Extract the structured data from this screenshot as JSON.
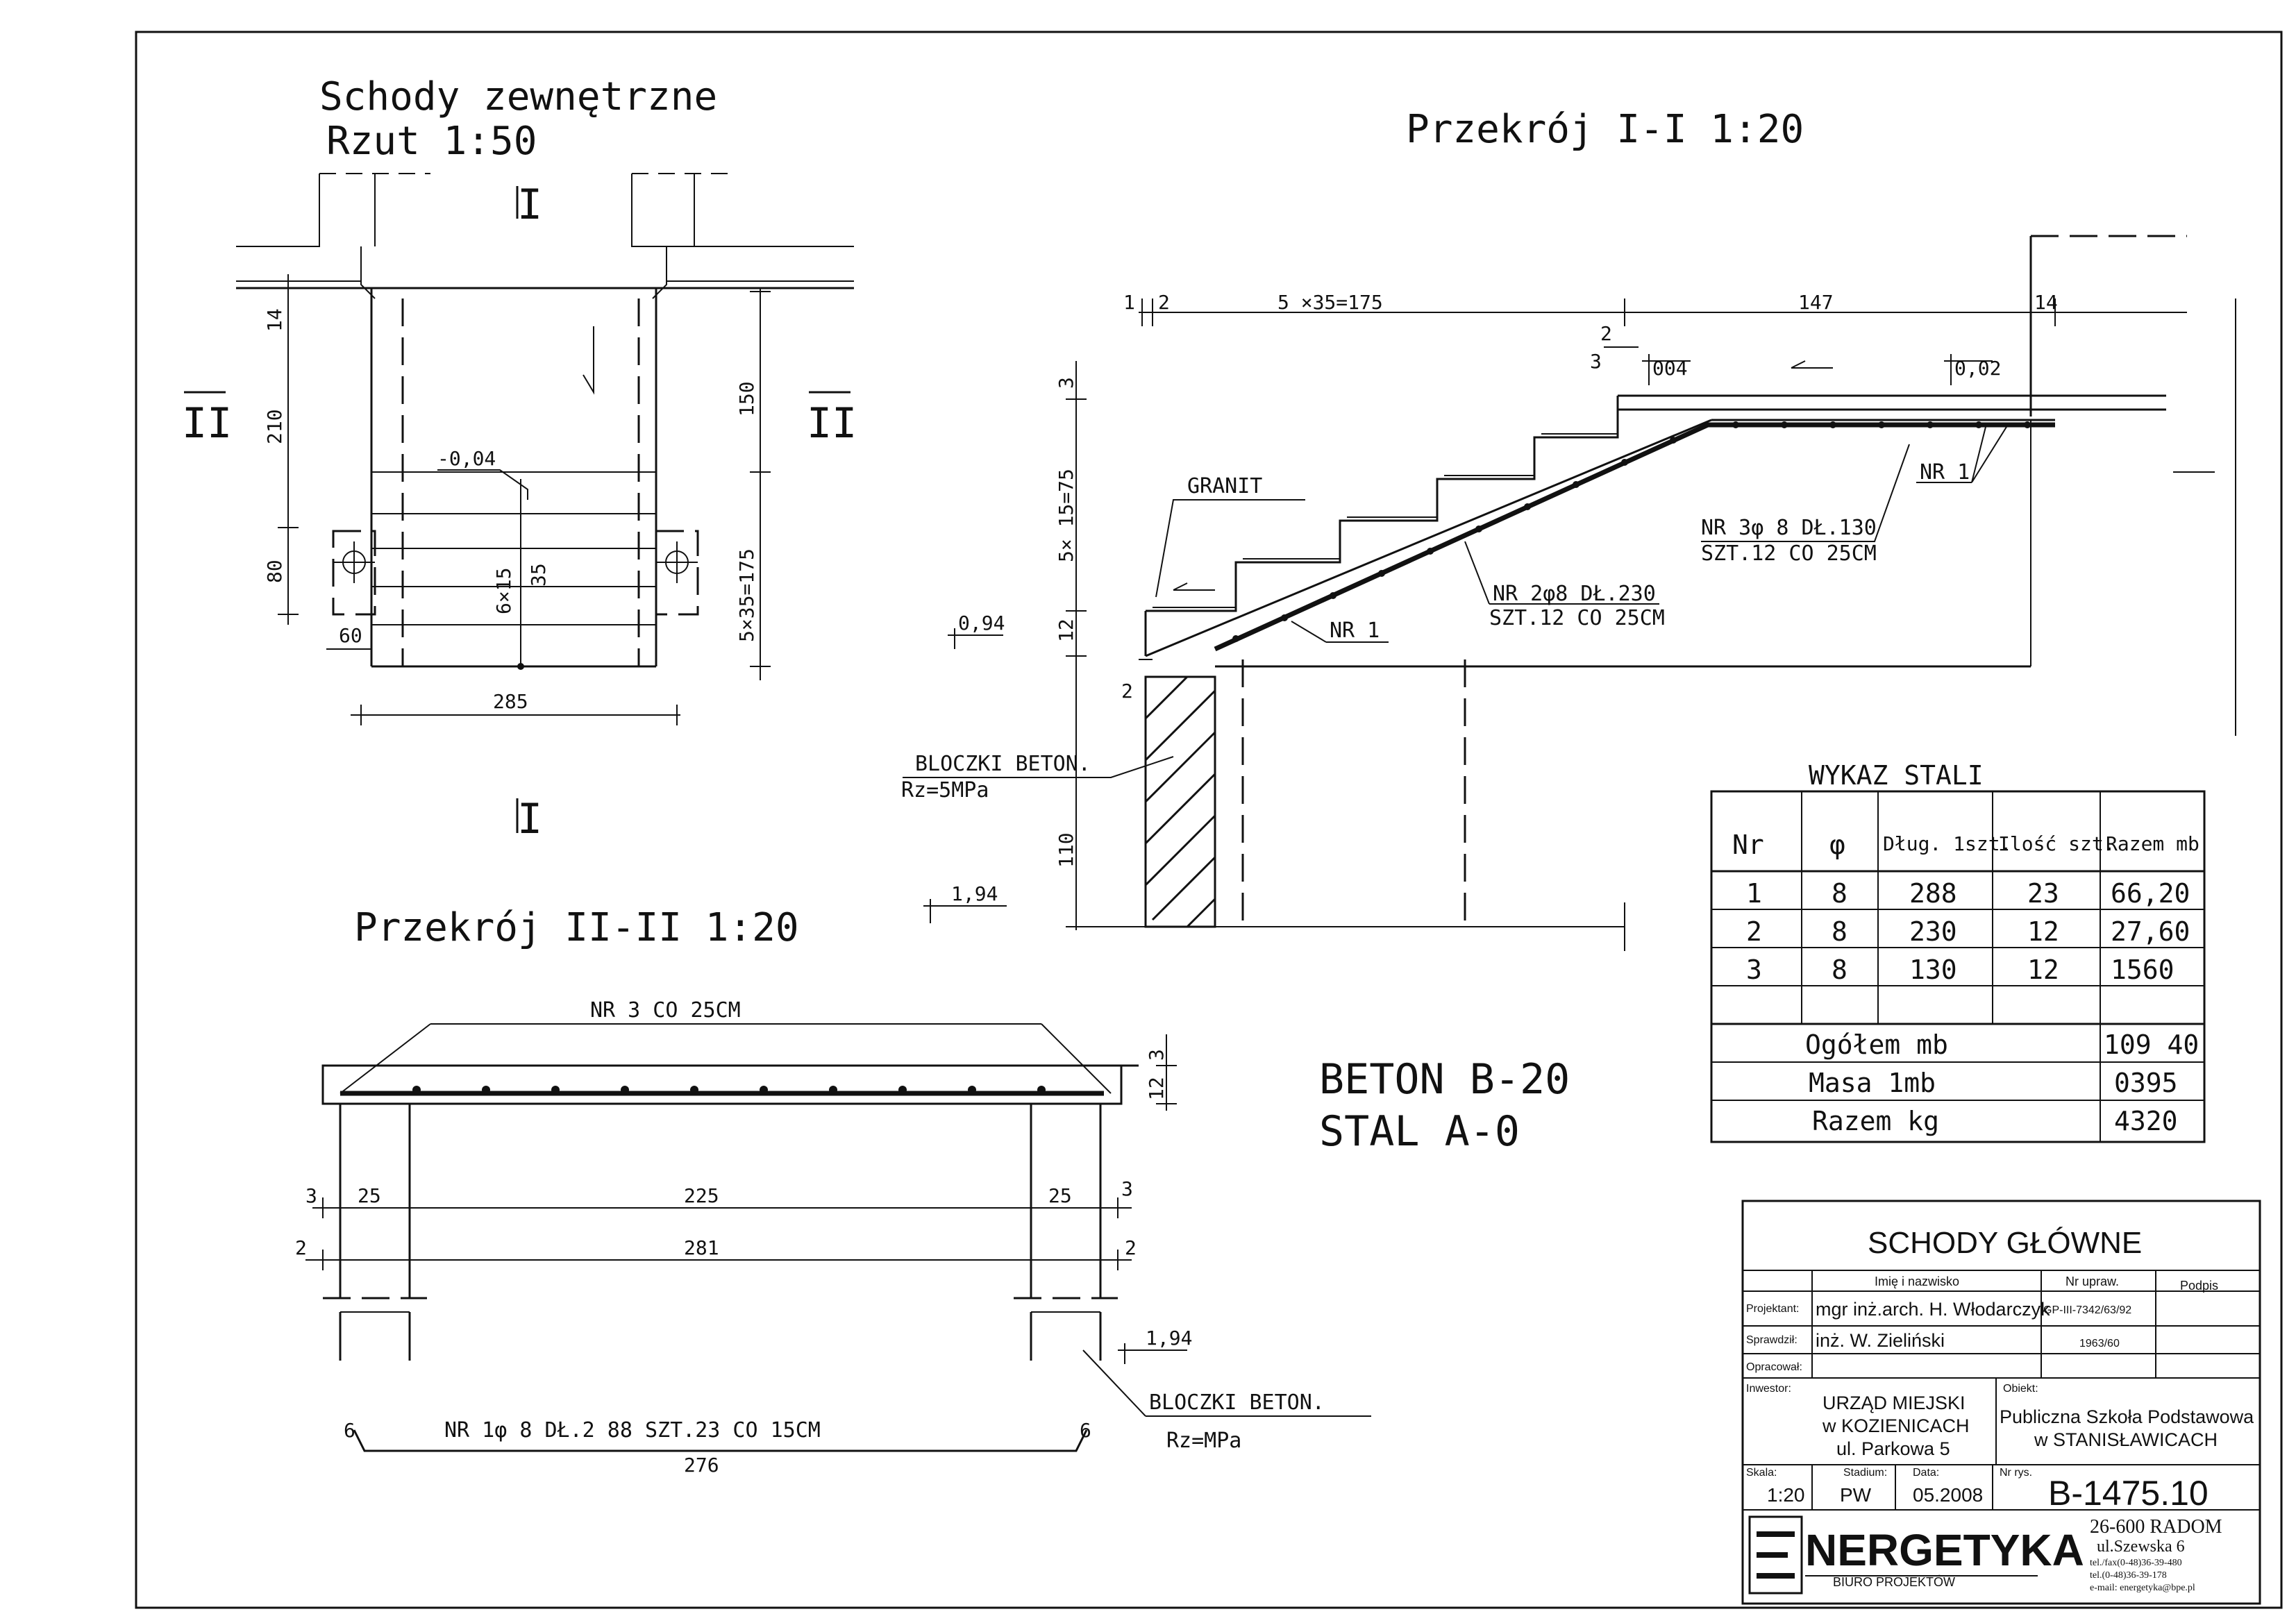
{
  "plan": {
    "title1": "Schody zewnętrzne",
    "title2": "Rzut 1:50",
    "sec1_top": "I",
    "sec1_bot": "I",
    "sec2_left": "II",
    "sec2_right": "II",
    "dim_14": "14",
    "dim_210": "210",
    "dim_80": "80",
    "dim_60": "60",
    "dim_285": "285",
    "dim_150": "150",
    "dim_5x35": "5×35=175",
    "dim_6x15": "6×15",
    "dim_35": "35",
    "level": "-0,04"
  },
  "section1": {
    "title": "Przekrój I-I 1:20",
    "dim_1": "1",
    "dim_2": "2",
    "dim_run": "5 ×35=175",
    "dim_147": "147",
    "dim_14": "14",
    "dim_2b": "2",
    "dim_3": "3",
    "dim_3v": "3",
    "dim_rise": "5× 15=75",
    "dim_12": "12",
    "dim_2c": "2",
    "dim_110": "110",
    "lvl_004": "004",
    "lvl_002": "0,02",
    "lvl_094": "0,94",
    "lvl_194": "1,94",
    "granit": "GRANIT",
    "nr1a": "NR 1",
    "nr1b": "NR 1",
    "nr2": "NR 2φ8 DŁ.230",
    "nr2_spacing": "SZT.12 CO 25CM",
    "nr3": "NR 3φ 8 DŁ.130",
    "nr3_spacing": "SZT.12 CO 25CM",
    "bloczki": "BLOCZKI BETON.",
    "rz": "Rz=5MPa"
  },
  "section2": {
    "title": "Przekrój II-II 1:20",
    "nr3": "NR 3   CO 25CM",
    "dim_3a": "3",
    "dim_25a": "25",
    "dim_225": "225",
    "dim_25b": "25",
    "dim_3b": "3",
    "dim_2a": "2",
    "dim_281": "281",
    "dim_2b": "2",
    "dim_12": "12",
    "dim_3v": "3",
    "lvl_194": "1,94",
    "bloczki": "BLOCZKI BETON.",
    "rz": "Rz=MPa",
    "nr1": "NR 1φ 8 DŁ.2 88  SZT.23 CO 15CM",
    "hook_l": "6",
    "hook_r": "6",
    "dim_276": "276"
  },
  "materials": {
    "beton": "BETON B-20",
    "stal": "STAL A-0"
  },
  "steel_table": {
    "title": "WYKAZ STALI",
    "headers": [
      "Nr",
      "φ",
      "Dług. 1szt.",
      "Ilość szt.",
      "Razem mb"
    ],
    "rows": [
      [
        "1",
        "8",
        "288",
        "23",
        "66,20"
      ],
      [
        "2",
        "8",
        "230",
        "12",
        "27,60"
      ],
      [
        "3",
        "8",
        "130",
        "12",
        "1560"
      ]
    ],
    "summary": [
      [
        "Ogółem mb",
        "109 40"
      ],
      [
        "Masa 1mb",
        "0395"
      ],
      [
        "Razem kg",
        "4320"
      ]
    ]
  },
  "title_block": {
    "drawing_title": "SCHODY GŁÓWNE",
    "col_name": "Imię i nazwisko",
    "col_upraw": "Nr upraw.",
    "col_podpis": "Podpis",
    "projektant_label": "Projektant:",
    "projektant_name": "mgr inż.arch. H. Włodarczyk",
    "projektant_nr": "GP-III-7342/63/92",
    "sprawdzil_label": "Sprawdził:",
    "sprawdzil_name": "inż. W. Zieliński",
    "sprawdzil_nr": "1963/60",
    "opracowal_label": "Opracował:",
    "inwestor_label": "Inwestor:",
    "inwestor_1": "URZĄD MIEJSKI",
    "inwestor_2": "w KOZIENICACH",
    "inwestor_3": "ul. Parkowa 5",
    "obiekt_label": "Obiekt:",
    "obiekt_1": "Publiczna Szkoła Podstawowa",
    "obiekt_2": "w STANISŁAWICACH",
    "skala_label": "Skala:",
    "skala": "1:20",
    "stadium_label": "Stadium:",
    "stadium": "PW",
    "data_label": "Data:",
    "data": "05.2008",
    "nrrys_label": "Nr rys.",
    "nrrys": "B-1475.10",
    "company": "NERGETYKA",
    "company_sub": "BIURO PROJEKTÓW",
    "addr1": "26-600 RADOM",
    "addr2": "ul.Szewska 6",
    "addr3": "tel./fax(0-48)36-39-480",
    "addr4": "tel.(0-48)36-39-178",
    "addr5": "e-mail: energetyka@bpe.pl"
  }
}
